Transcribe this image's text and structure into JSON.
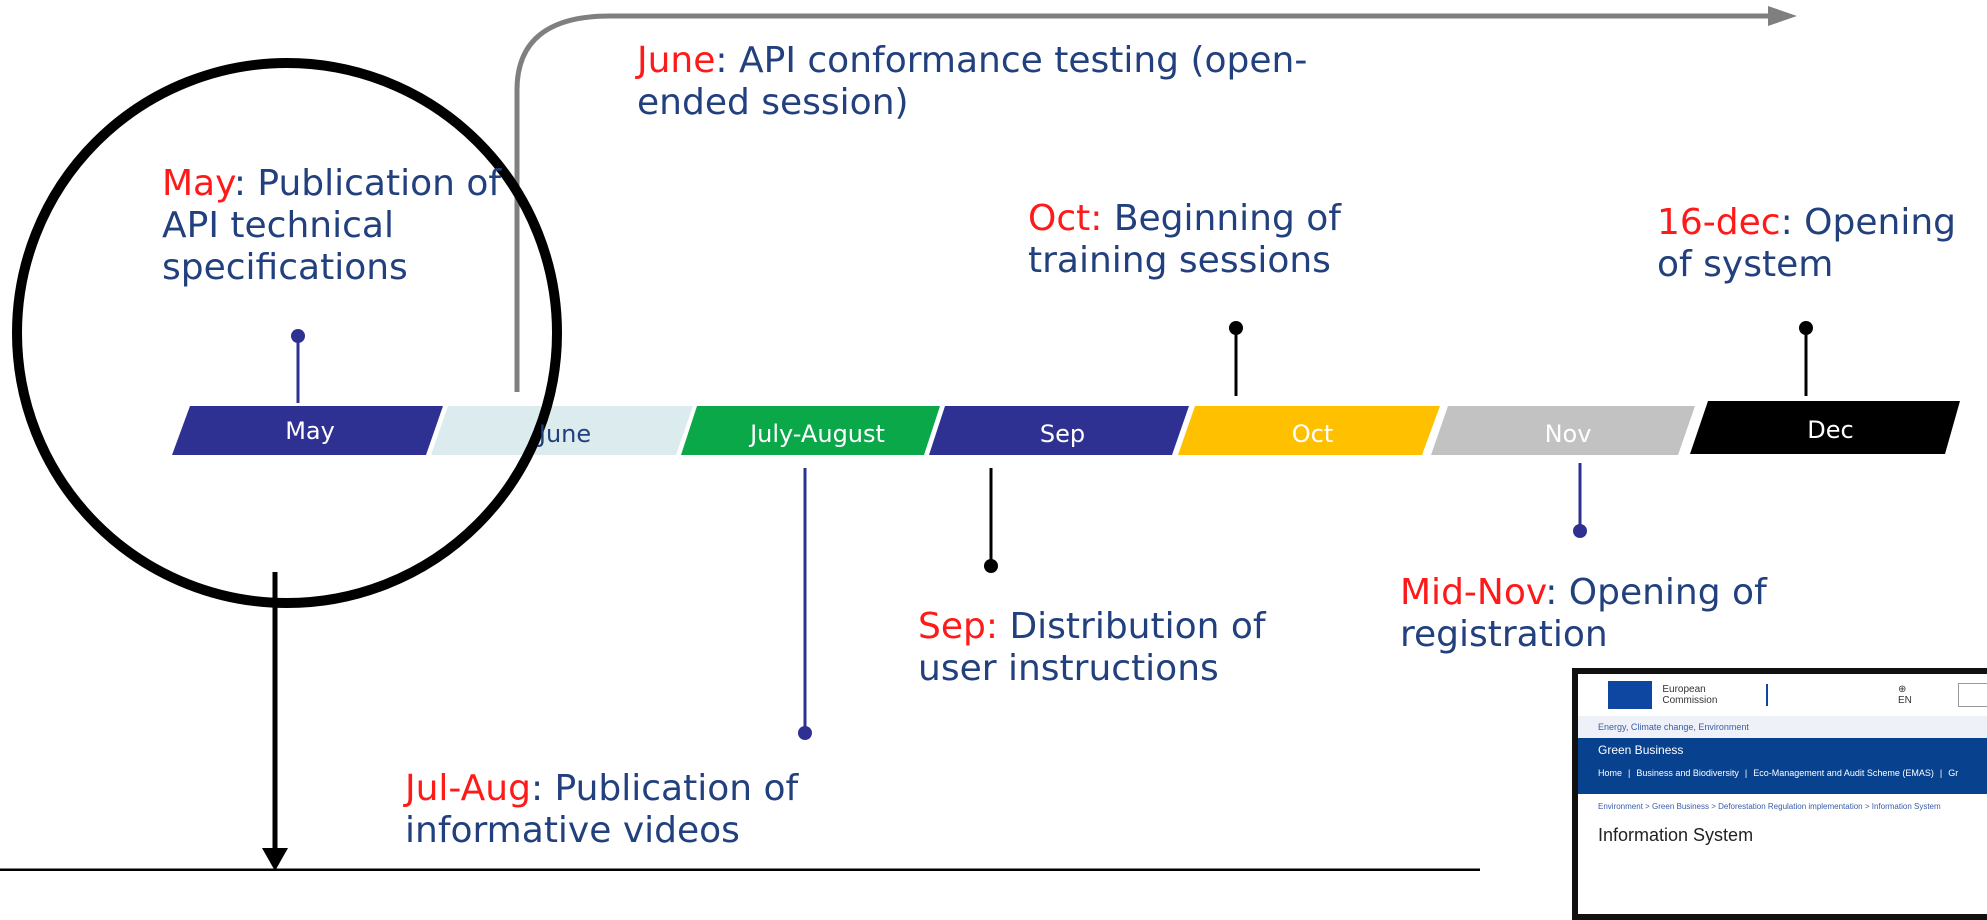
{
  "timeline": {
    "months": [
      {
        "label": "May",
        "color": "#2e3192",
        "text_color": "#ffffff"
      },
      {
        "label": "June",
        "color": "#dcebed",
        "text_color": "#22407e"
      },
      {
        "label": "July-August",
        "color": "#0ba84a",
        "text_color": "#ffffff"
      },
      {
        "label": "Sep",
        "color": "#2e3192",
        "text_color": "#ffffff"
      },
      {
        "label": "Oct",
        "color": "#ffc000",
        "text_color": "#ffffff"
      },
      {
        "label": "Nov",
        "color": "#c2c2c2",
        "text_color": "#ffffff"
      },
      {
        "label": "Dec",
        "color": "#000000",
        "text_color": "#ffffff"
      }
    ],
    "events": [
      {
        "month": "May",
        "text": "Publication of API technical specifications"
      },
      {
        "month": "June",
        "text": "API conformance testing (open-ended session)"
      },
      {
        "month": "Oct:",
        "text": "Beginning of training sessions"
      },
      {
        "month": "16-dec",
        "text": "Opening of system"
      },
      {
        "month": "Mid-Nov",
        "text": "Opening of registration"
      },
      {
        "month": "Sep:",
        "text": "Distribution of user instructions"
      },
      {
        "month": "Jul-Aug",
        "text": "Publication of informative videos"
      }
    ]
  },
  "thumbnail": {
    "commission": "European Commission",
    "lang": "⊕ EN",
    "breadcrumb_top": "Energy, Climate change, Environment",
    "site_title": "Green Business",
    "nav": [
      "Home",
      "Business and Biodiversity",
      "Eco-Management and Audit Scheme (EMAS)",
      "Gr"
    ],
    "breadcrumb": [
      "Environment",
      "Green Business",
      "Deforestation Regulation implementation",
      "Information System"
    ],
    "page_title": "Information System"
  }
}
